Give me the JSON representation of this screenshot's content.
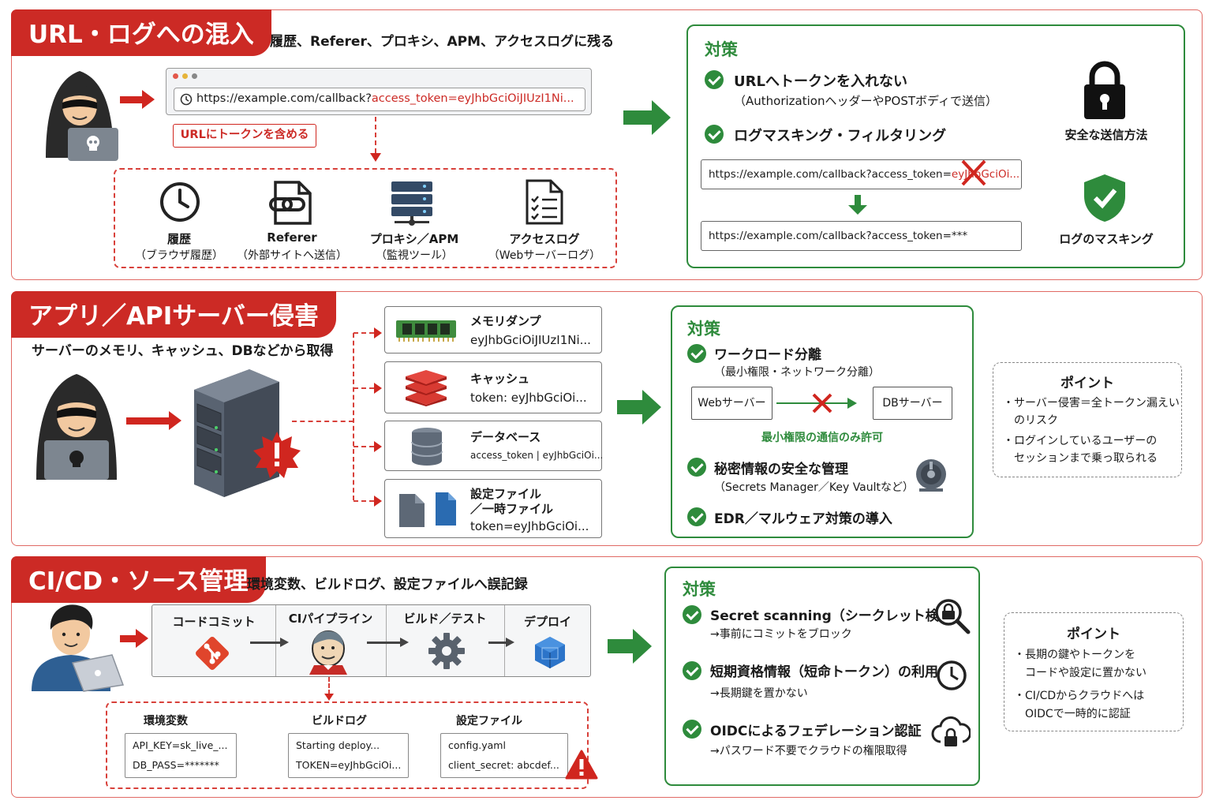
{
  "section1": {
    "title": "URL・ログへの混入",
    "subtitle": "履歴、Referer、プロキシ、APM、アクセスログに残る",
    "url_base": "https://example.com/callback?",
    "url_token": "access_token=eyJhbGciOiJIUzI1Ni...",
    "url_tag": "URLにトークンを含める",
    "items": [
      {
        "label": "履歴",
        "sub": "（ブラウザ履歴）",
        "icon": "clock-icon"
      },
      {
        "label": "Referer",
        "sub": "（外部サイトへ送信）",
        "icon": "link-document-icon"
      },
      {
        "label": "プロキシ／APM",
        "sub": "（監視ツール）",
        "icon": "server-rack-icon"
      },
      {
        "label": "アクセスログ",
        "sub": "（Webサーバーログ）",
        "icon": "checklist-icon"
      }
    ],
    "measures": {
      "title": "対策",
      "m1": "URLへトークンを入れない",
      "m1_sub": "（AuthorizationヘッダーやPOSTボディで送信）",
      "m2": "ログマスキング・フィルタリング",
      "url_before_base": "https://example.com/callback?access_token=",
      "url_before_token": "eyJhbGciOi...",
      "url_after": "https://example.com/callback?access_token=***",
      "lock_label": "安全な送信方法",
      "shield_label": "ログのマスキング"
    }
  },
  "section2": {
    "title": "アプリ／APIサーバー侵害",
    "subtitle": "サーバーのメモリ、キャッシュ、DBなどから取得",
    "stores": [
      {
        "title": "メモリダンプ",
        "value": "eyJhbGciOiJIUzI1Ni...",
        "icon": "memory-icon"
      },
      {
        "title": "キャッシュ",
        "value": "token: eyJhbGciOi...",
        "icon": "cache-icon"
      },
      {
        "title": "データベース",
        "value": "access_token | eyJhbGciOi...",
        "icon": "database-icon"
      },
      {
        "title": "設定ファイル",
        "title2": "／一時ファイル",
        "value": "token=eyJhbGciOi...",
        "icon": "file-icon"
      }
    ],
    "measures": {
      "title": "対策",
      "m1": "ワークロード分離",
      "m1_sub": "（最小権限・ネットワーク分離）",
      "web_server": "Webサーバー",
      "db_server": "DBサーバー",
      "least_priv": "最小権限の通信のみ許可",
      "m2": "秘密情報の安全な管理",
      "m2_sub": "（Secrets Manager／Key Vaultなど）",
      "m3": "EDR／マルウェア対策の導入"
    },
    "point": {
      "title": "ポイント",
      "lines": [
        "・サーバー侵害＝全トークン漏えい",
        "　のリスク",
        "・ログインしているユーザーの",
        "　セッションまで乗っ取られる"
      ]
    }
  },
  "section3": {
    "title": "CI/CD・ソース管理",
    "subtitle": "環境変数、ビルドログ、設定ファイルへ誤記録",
    "pipeline": [
      {
        "label": "コードコミット",
        "icon": "git-icon"
      },
      {
        "label": "CIパイプライン",
        "icon": "jenkins-icon"
      },
      {
        "label": "ビルド／テスト",
        "icon": "gear-icon"
      },
      {
        "label": "デプロイ",
        "icon": "cube-icon"
      }
    ],
    "leaks": [
      {
        "label": "環境変数",
        "line1": "API_KEY=sk_live_...",
        "line2": "DB_PASS=*******"
      },
      {
        "label": "ビルドログ",
        "line1": "Starting deploy...",
        "line2": "TOKEN=eyJhbGciOi..."
      },
      {
        "label": "設定ファイル",
        "line1": "config.yaml",
        "line2": "client_secret: abcdef..."
      }
    ],
    "measures": {
      "title": "対策",
      "m1": "Secret scanning（シークレット検出）",
      "m1_sub": "→事前にコミットをブロック",
      "m2": "短期資格情報（短命トークン）の利用",
      "m2_sub": "→長期鍵を置かない",
      "m3": "OIDCによるフェデレーション認証",
      "m3_sub": "→パスワード不要でクラウドの権限取得"
    },
    "point": {
      "title": "ポイント",
      "lines": [
        "・長期の鍵やトークンを",
        "　コードや設定に置かない",
        "・CI/CDからクラウドへは",
        "　OIDCで一時的に認証"
      ]
    }
  },
  "colors": {
    "danger": "#cc2a25",
    "safe": "#2e8b3c"
  }
}
